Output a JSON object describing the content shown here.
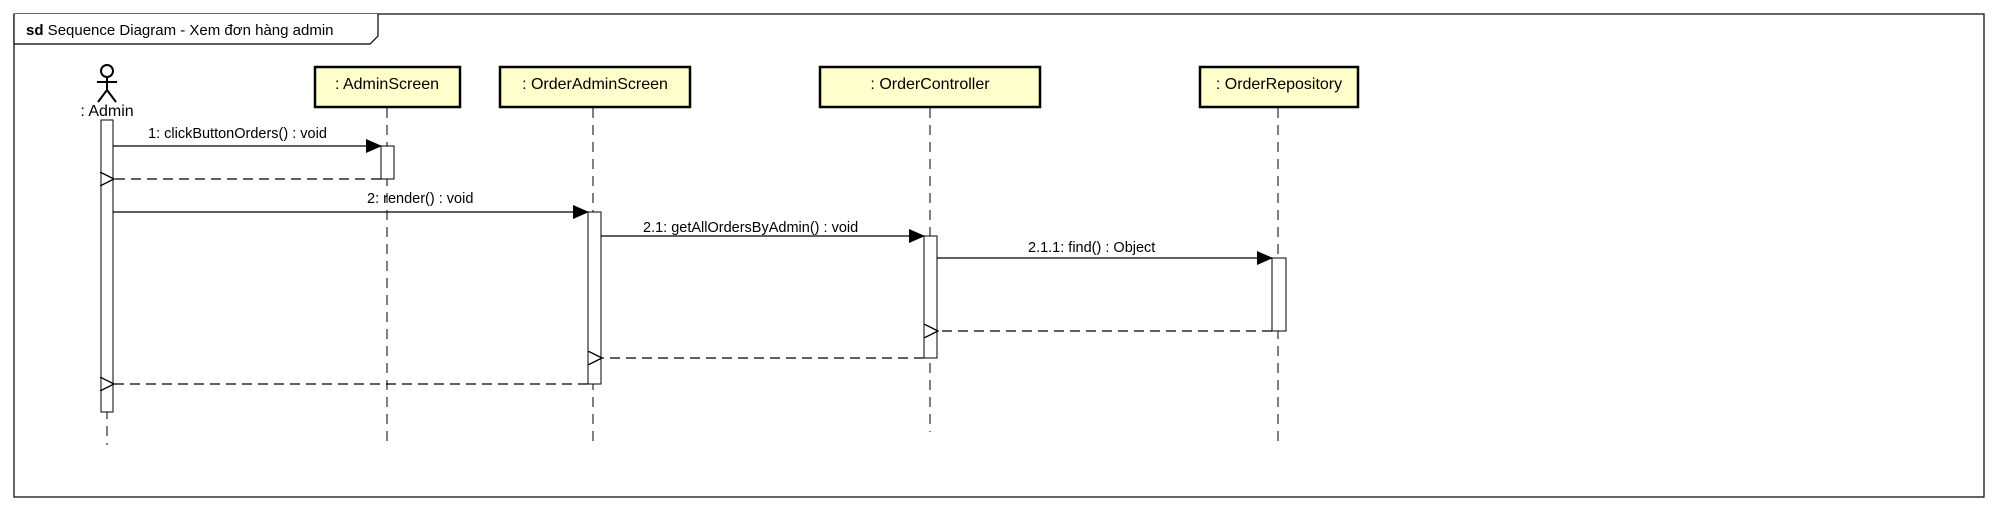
{
  "frame": {
    "keyword": "sd",
    "title": " Sequence Diagram - Xem đơn hàng admin"
  },
  "actor": {
    "name": ": Admin"
  },
  "lifelines": [
    {
      "id": "admin_screen",
      "name": ": AdminScreen"
    },
    {
      "id": "order_admin_screen",
      "name": ": OrderAdminScreen"
    },
    {
      "id": "order_controller",
      "name": ": OrderController"
    },
    {
      "id": "order_repository",
      "name": ": OrderRepository"
    }
  ],
  "messages": [
    {
      "label": "1: clickButtonOrders() : void",
      "kind": "sync"
    },
    {
      "label": "",
      "kind": "return"
    },
    {
      "label": "2: render() : void",
      "kind": "sync"
    },
    {
      "label": "2.1: getAllOrdersByAdmin() : void",
      "kind": "sync"
    },
    {
      "label": "2.1.1: find() : Object",
      "kind": "sync"
    },
    {
      "label": "",
      "kind": "return"
    },
    {
      "label": "",
      "kind": "return"
    },
    {
      "label": "",
      "kind": "return"
    }
  ],
  "colors": {
    "lifeline_fill": "#ffffcc",
    "stroke": "#000000",
    "activation_fill": "#ffffff"
  }
}
